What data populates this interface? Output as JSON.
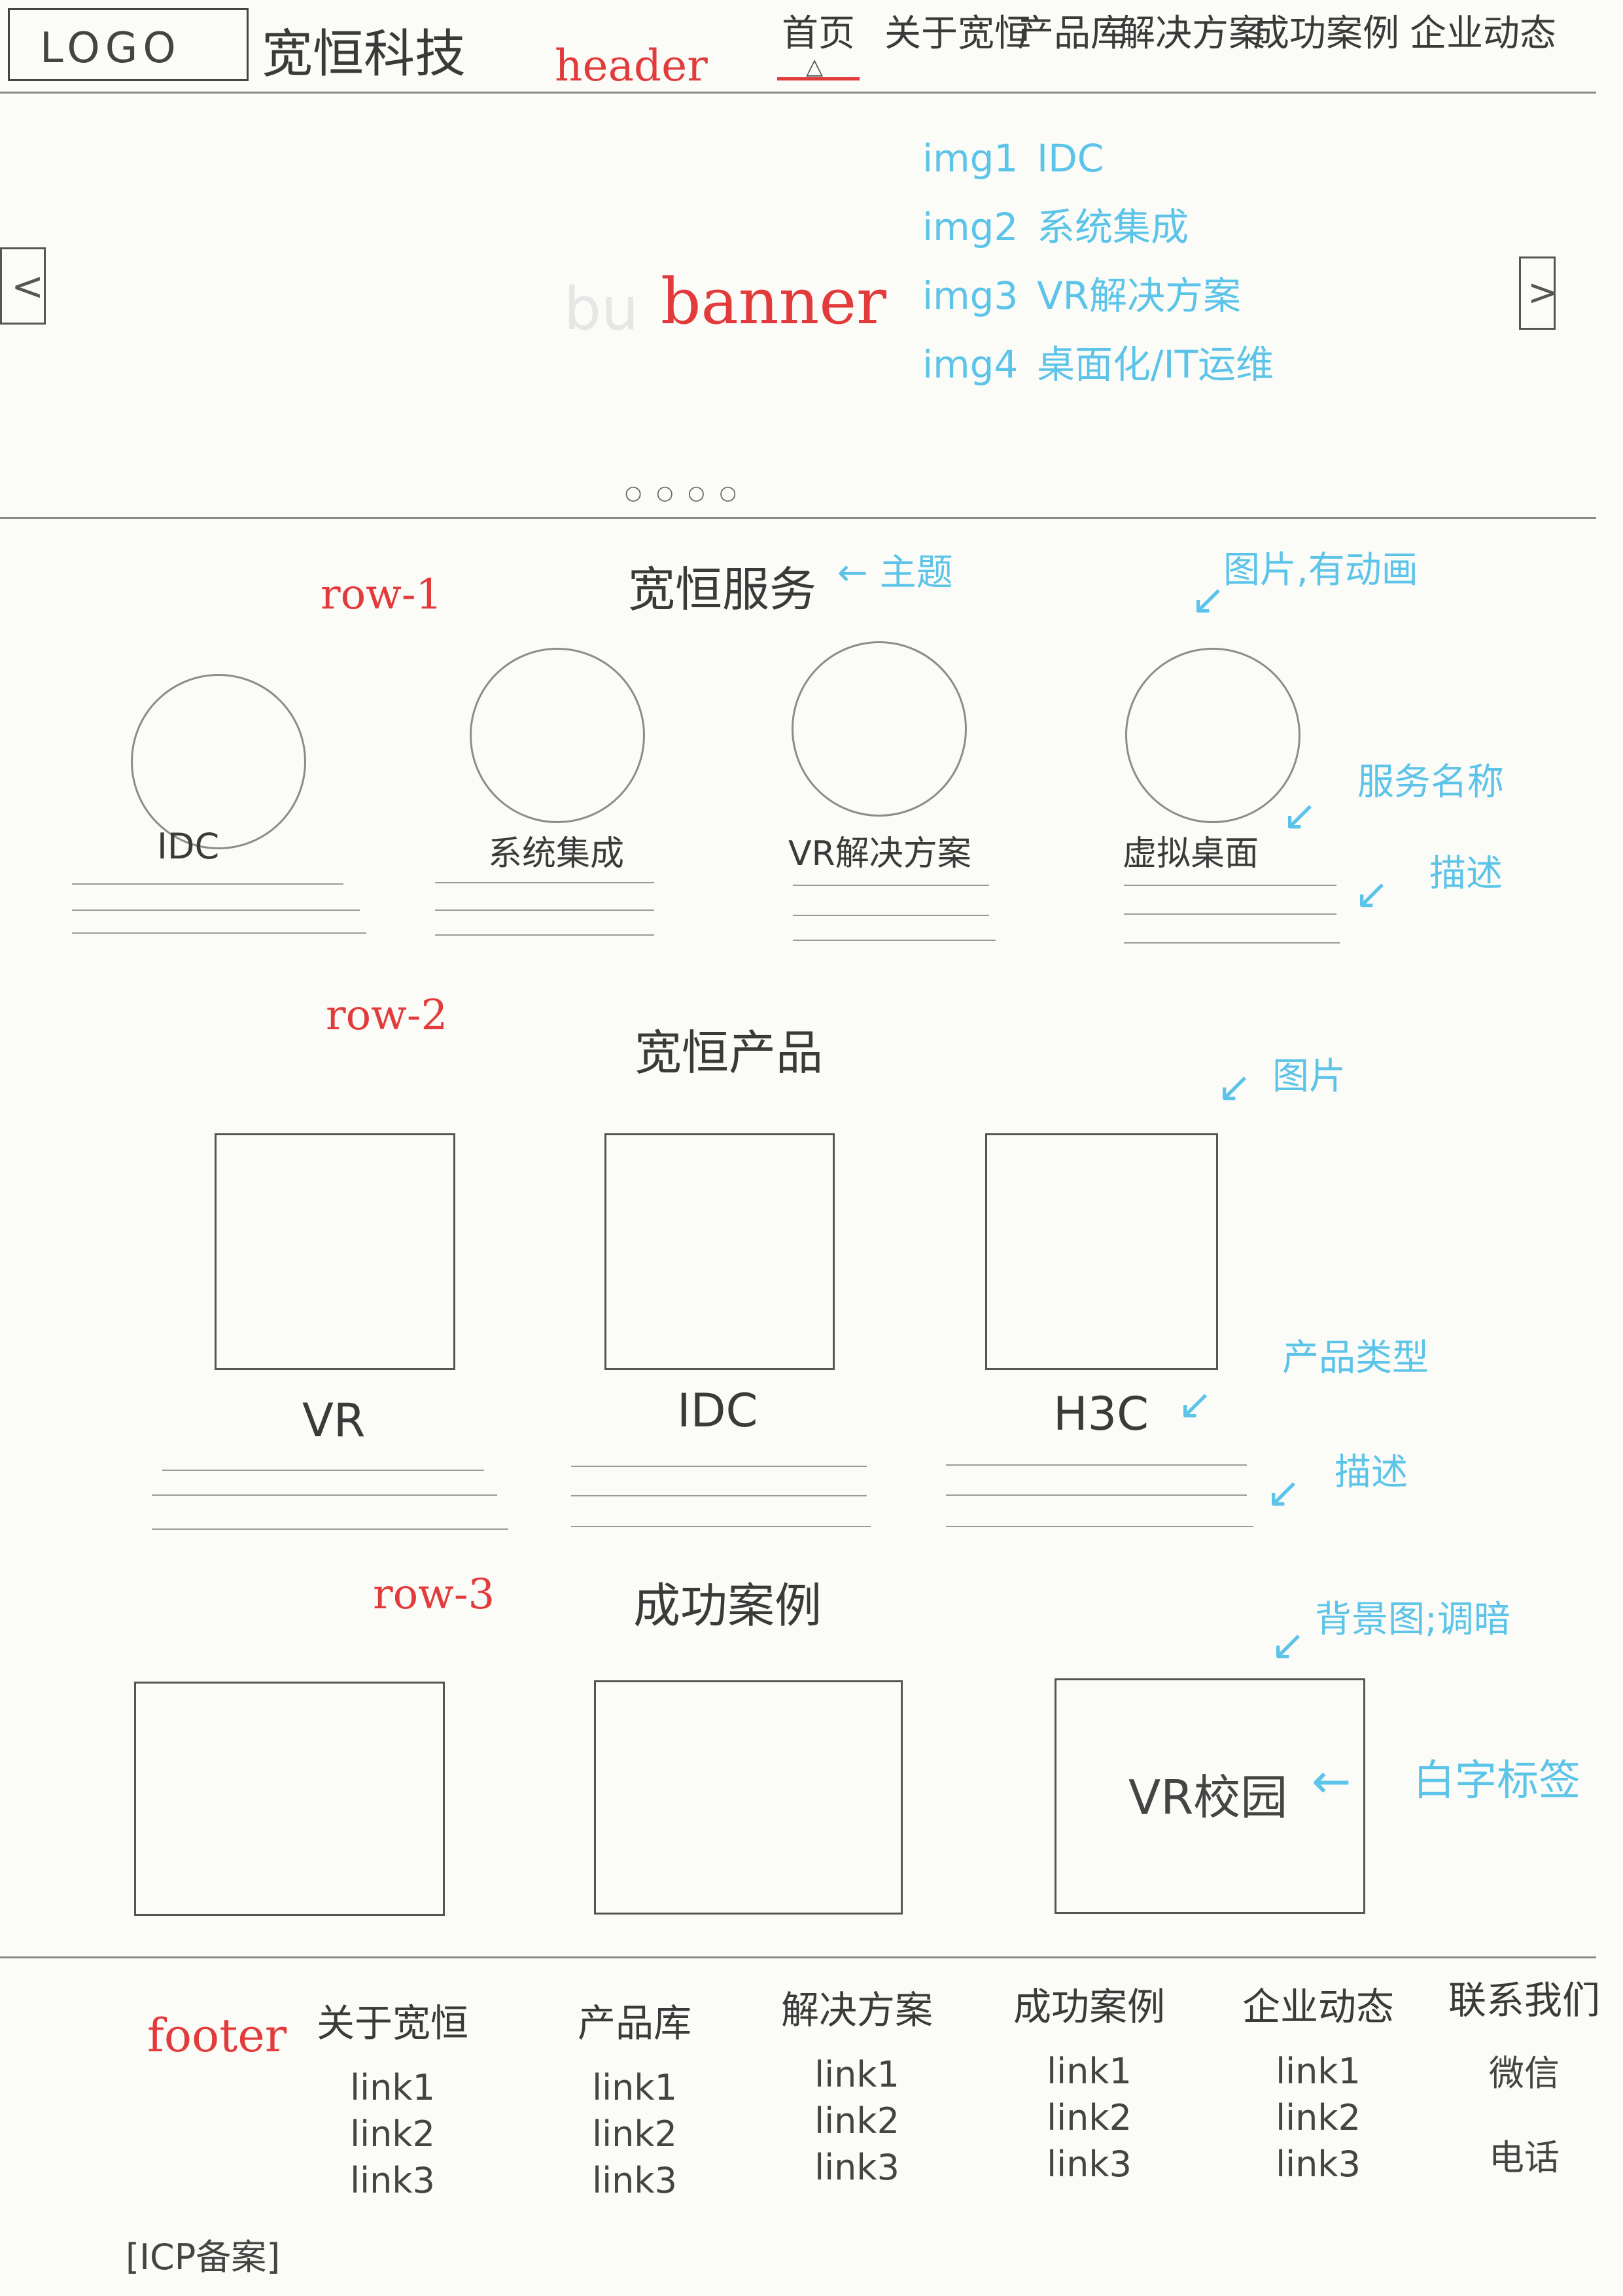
{
  "header": {
    "logo": "LOGO",
    "brand": "宽恒科技",
    "label": "header",
    "nav": [
      "首页",
      "关于宽恒",
      "产品库",
      "解决方案",
      "成功案例",
      "企业动态"
    ]
  },
  "banner": {
    "label": "banner",
    "faint_text": "bu",
    "prev": "<",
    "next": ">",
    "dots": [
      "○",
      "○",
      "○",
      "○"
    ],
    "images": [
      {
        "id": "img1",
        "name": "IDC"
      },
      {
        "id": "img2",
        "name": "系统集成"
      },
      {
        "id": "img3",
        "name": "VR解决方案"
      },
      {
        "id": "img4",
        "name": "桌面化/IT运维"
      }
    ]
  },
  "row1": {
    "label": "row-1",
    "title": "宽恒服务",
    "title_note": "← 主题",
    "image_note": "图片,有动画",
    "name_note": "服务名称",
    "desc_note": "描述",
    "items": [
      "IDC",
      "系统集成",
      "VR解决方案",
      "虚拟桌面"
    ]
  },
  "row2": {
    "label": "row-2",
    "title": "宽恒产品",
    "image_note": "图片",
    "type_note": "产品类型",
    "desc_note": "描述",
    "items": [
      "VR",
      "IDC",
      "H3C"
    ]
  },
  "row3": {
    "label": "row-3",
    "title": "成功案例",
    "bg_note": "背景图;调暗",
    "tag_note": "白字标签",
    "tag": "VR校园"
  },
  "footer": {
    "label": "footer",
    "icp": "[ICP备案]",
    "columns": [
      {
        "title": "关于宽恒",
        "links": [
          "link1",
          "link2",
          "link3"
        ]
      },
      {
        "title": "产品库",
        "links": [
          "link1",
          "link2",
          "link3"
        ]
      },
      {
        "title": "解决方案",
        "links": [
          "link1",
          "link2",
          "link3"
        ]
      },
      {
        "title": "成功案例",
        "links": [
          "link1",
          "link2",
          "link3"
        ]
      },
      {
        "title": "企业动态",
        "links": [
          "link1",
          "link2",
          "link3"
        ]
      },
      {
        "title": "联系我们",
        "links": [
          "微信",
          "电话"
        ]
      }
    ]
  }
}
